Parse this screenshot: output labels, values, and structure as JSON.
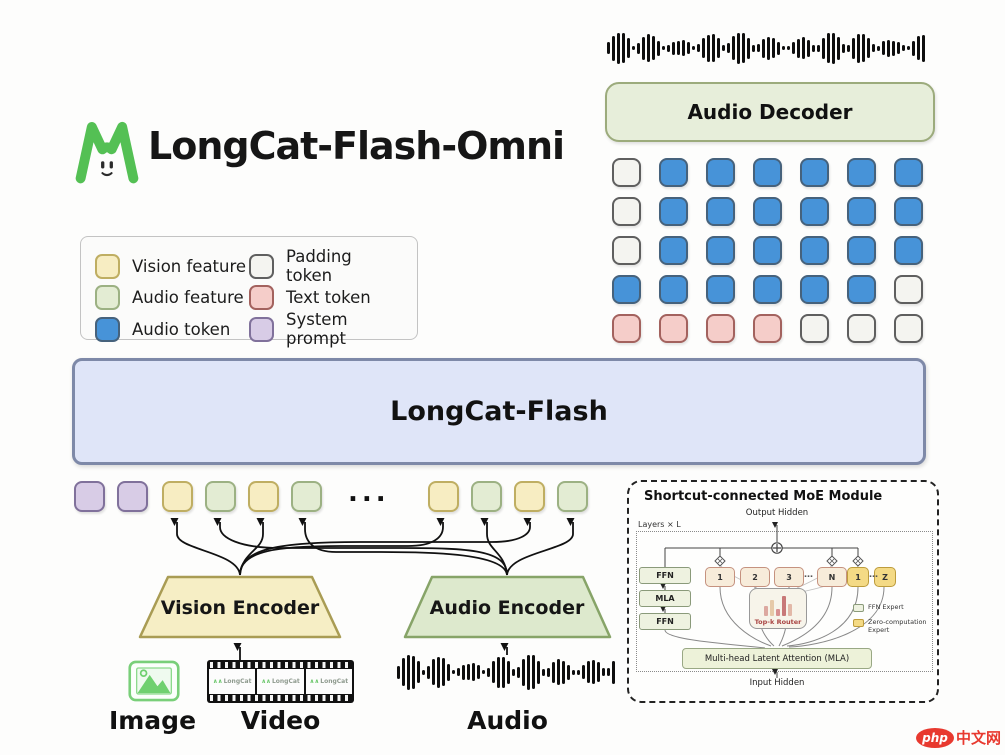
{
  "title": "LongCat-Flash-Omni",
  "audio_decoder": {
    "label": "Audio Decoder"
  },
  "legend": {
    "items": [
      {
        "label": "Vision feature",
        "type": "vision"
      },
      {
        "label": "Audio feature",
        "type": "audiof"
      },
      {
        "label": "Audio token",
        "type": "audio"
      },
      {
        "label": "Padding token",
        "type": "padding"
      },
      {
        "label": "Text token",
        "type": "text"
      },
      {
        "label": "System prompt",
        "type": "system"
      }
    ]
  },
  "colors": {
    "tokens": {
      "vision": {
        "fill": "#f7edc2",
        "border": "#bfae62"
      },
      "audiof": {
        "fill": "#e3ecd3",
        "border": "#9cb183"
      },
      "audio": {
        "fill": "#4793d8",
        "border": "#46627c"
      },
      "padding": {
        "fill": "#f4f4f0",
        "border": "#5f5f5f"
      },
      "text": {
        "fill": "#f5cdc9",
        "border": "#a3625e"
      },
      "system": {
        "fill": "#d8cce6",
        "border": "#80719b"
      }
    },
    "moe_ffn_expert": {
      "fill": "#eef2e0",
      "border": "#8a9a7a"
    },
    "moe_zero_expert": {
      "fill": "#f4da85",
      "border": "#bd9c3c"
    }
  },
  "token_grid": {
    "rows": [
      [
        "padding",
        "audio",
        "audio",
        "audio",
        "audio",
        "audio",
        "audio"
      ],
      [
        "padding",
        "audio",
        "audio",
        "audio",
        "audio",
        "audio",
        "audio"
      ],
      [
        "padding",
        "audio",
        "audio",
        "audio",
        "audio",
        "audio",
        "audio"
      ],
      [
        "audio",
        "audio",
        "audio",
        "audio",
        "audio",
        "audio",
        "padding"
      ],
      [
        "text",
        "text",
        "text",
        "text",
        "padding",
        "padding",
        "padding"
      ]
    ]
  },
  "backbone": {
    "label": "LongCat-Flash"
  },
  "token_row": [
    "system",
    "system",
    "vision",
    "audiof",
    "vision",
    "audiof",
    "ellipsis",
    "vision",
    "audiof",
    "vision",
    "audiof"
  ],
  "token_row_dots": "...",
  "encoders": {
    "vision": "Vision Encoder",
    "audio": "Audio Encoder"
  },
  "inputs": {
    "image_label": "Image",
    "video_label": "Video",
    "audio_label": "Audio",
    "video_frames": [
      "LongCat",
      "LongCat",
      "LongCat"
    ]
  },
  "moe": {
    "title": "Shortcut-connected MoE Module",
    "layers_label": "Layers × L",
    "output_label": "Output Hidden",
    "input_label": "Input Hidden",
    "left_blocks": [
      "FFN",
      "MLA",
      "FFN"
    ],
    "experts_ffn": [
      "1",
      "2",
      "3",
      "N"
    ],
    "experts_ffn_dots": "…",
    "experts_zero": [
      "1",
      "Z"
    ],
    "experts_zero_dots": "…",
    "router_label": "Top-k Router",
    "mla_label": "Multi-head Latent Attention (MLA)",
    "legend": [
      {
        "label": "FFN Expert",
        "type": "ffn"
      },
      {
        "label": "Zero-computation Expert",
        "type": "zero"
      }
    ]
  },
  "watermark": {
    "badge": "php",
    "text": "中文网"
  }
}
